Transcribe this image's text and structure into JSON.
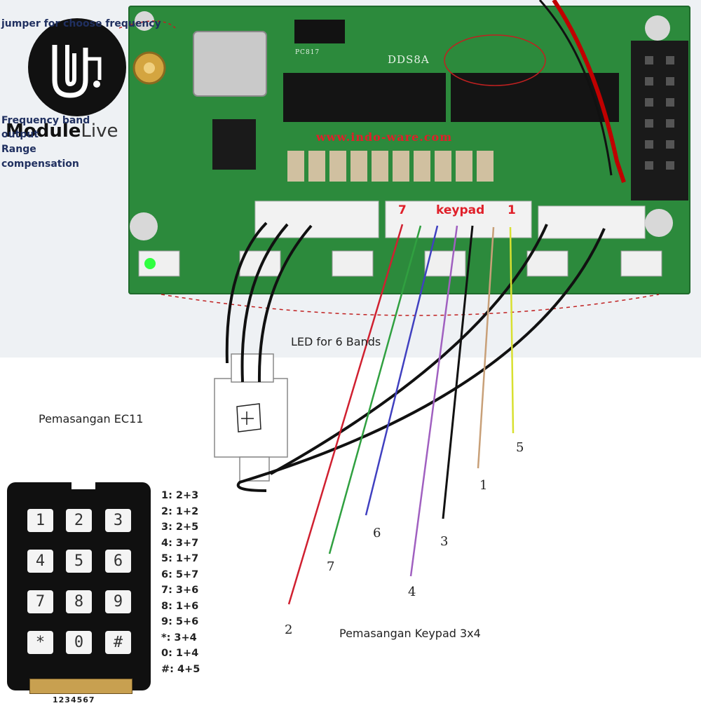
{
  "logo": {
    "brand_a": "Module",
    "brand_b": "Live"
  },
  "side_notes": {
    "jumper": "jumper for choose frequency",
    "band_line1": "Frequency band",
    "band_line2": "output",
    "band_line3": "Range",
    "band_line4": "compensation"
  },
  "board": {
    "model": "DDS8A",
    "site": "www.indo-ware.com",
    "chip_label": "PC817"
  },
  "diagram": {
    "leds_label": "LED for 6 Bands",
    "ec11_label": "Pemasangan EC11",
    "keypad_title": "Pemasangan Keypad 3x4",
    "keypad_header_left": "7",
    "keypad_header_mid": "keypad",
    "keypad_header_right": "1",
    "wire_numbers": [
      {
        "label": "5",
        "color": "#d8e030"
      },
      {
        "label": "1",
        "color": "#c8a078"
      },
      {
        "label": "6",
        "color": "#4040c0"
      },
      {
        "label": "3",
        "color": "#111111"
      },
      {
        "label": "7",
        "color": "#30a040"
      },
      {
        "label": "4",
        "color": "#a060c0"
      },
      {
        "label": "2",
        "color": "#d02030"
      }
    ]
  },
  "keypad": {
    "keys": [
      "1",
      "2",
      "3",
      "4",
      "5",
      "6",
      "7",
      "8",
      "9",
      "*",
      "0",
      "#"
    ],
    "pins": "1234567"
  },
  "key_map": [
    "1: 2+3",
    "2: 1+2",
    "3: 2+5",
    "4: 3+7",
    "5: 1+7",
    "6: 5+7",
    "7: 3+6",
    "8: 1+6",
    "9: 5+6",
    "*: 3+4",
    "0: 1+4",
    "#: 4+5"
  ]
}
